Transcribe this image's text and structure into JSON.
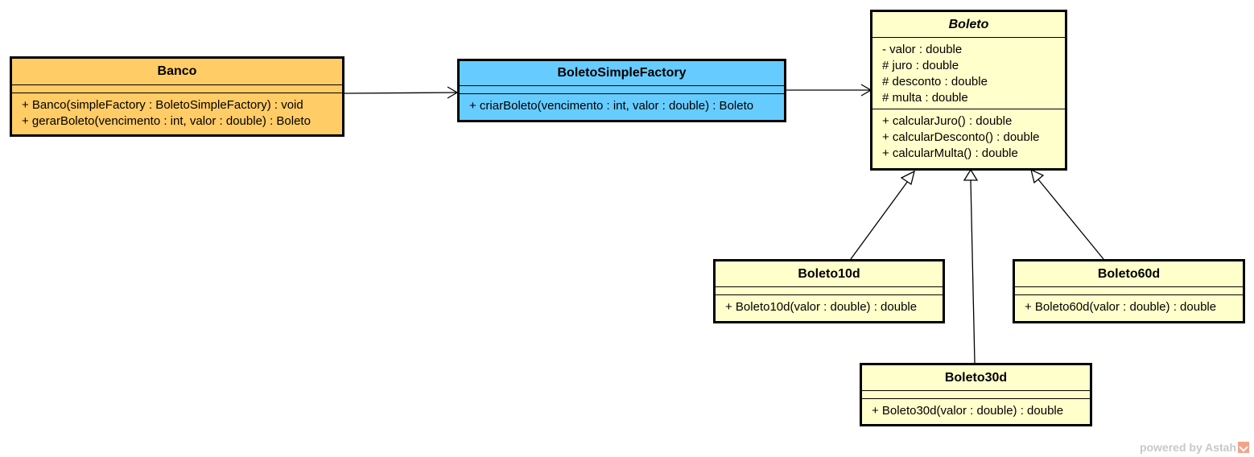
{
  "classes": {
    "banco": {
      "name": "Banco",
      "attributes": [],
      "operations": [
        "+ Banco(simpleFactory : BoletoSimpleFactory) : void",
        "+ gerarBoleto(vencimento : int, valor : double) : Boleto"
      ]
    },
    "factory": {
      "name": "BoletoSimpleFactory",
      "attributes": [],
      "operations": [
        "+ criarBoleto(vencimento : int, valor : double) : Boleto"
      ]
    },
    "boleto": {
      "name": "Boleto",
      "abstract": true,
      "attributes": [
        "- valor : double",
        "# juro : double",
        "# desconto : double",
        "# multa : double"
      ],
      "operations": [
        "+ calcularJuro() : double",
        "+ calcularDesconto() : double",
        "+ calcularMulta() : double"
      ]
    },
    "boleto10d": {
      "name": "Boleto10d",
      "attributes": [],
      "operations": [
        "+ Boleto10d(valor : double) : double"
      ]
    },
    "boleto30d": {
      "name": "Boleto30d",
      "attributes": [],
      "operations": [
        "+ Boleto30d(valor : double) : double"
      ]
    },
    "boleto60d": {
      "name": "Boleto60d",
      "attributes": [],
      "operations": [
        "+ Boleto60d(valor : double) : double"
      ]
    }
  },
  "colors": {
    "banco": "#ffcc66",
    "factory": "#66ccff",
    "concrete": "#ffffcc",
    "line": "#000000"
  },
  "relationships": [
    {
      "from": "Banco",
      "to": "BoletoSimpleFactory",
      "type": "association"
    },
    {
      "from": "BoletoSimpleFactory",
      "to": "Boleto",
      "type": "association"
    },
    {
      "from": "Boleto10d",
      "to": "Boleto",
      "type": "generalization"
    },
    {
      "from": "Boleto30d",
      "to": "Boleto",
      "type": "generalization"
    },
    {
      "from": "Boleto60d",
      "to": "Boleto",
      "type": "generalization"
    }
  ],
  "watermark": {
    "text": "powered by Astah",
    "logo_icon": "astah-logo-icon"
  }
}
